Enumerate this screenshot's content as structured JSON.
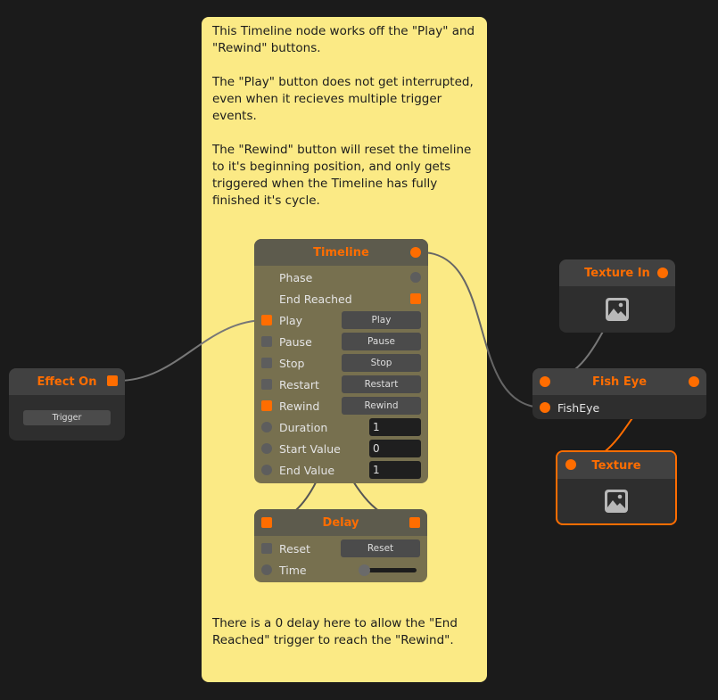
{
  "note": {
    "p1": "This Timeline node works off the \"Play\" and \"Rewind\" buttons.",
    "p2": "The \"Play\" button does not get interrupted, even when it recieves multiple trigger events.",
    "p3": "The \"Rewind\" button will reset the timeline to it's beginning position, and only gets triggered when the Timeline has fully finished it's cycle.",
    "p4": "There is a 0 delay here to allow the \"End Reached\" trigger to reach the \"Rewind\"."
  },
  "effect_on": {
    "title": "Effect On",
    "button": "Trigger"
  },
  "timeline": {
    "title": "Timeline",
    "rows": {
      "phase": "Phase",
      "end_reached": "End Reached",
      "play": "Play",
      "pause": "Pause",
      "stop": "Stop",
      "restart": "Restart",
      "rewind": "Rewind",
      "duration": "Duration",
      "start_value": "Start Value",
      "end_value": "End Value"
    },
    "buttons": {
      "play": "Play",
      "pause": "Pause",
      "stop": "Stop",
      "restart": "Restart",
      "rewind": "Rewind"
    },
    "values": {
      "duration": "1",
      "start_value": "0",
      "end_value": "1"
    }
  },
  "delay": {
    "title": "Delay",
    "reset_label": "Reset",
    "reset_button": "Reset",
    "time_label": "Time",
    "time_value": 0
  },
  "texture_in": {
    "title": "Texture In"
  },
  "fish_eye": {
    "title": "Fish Eye",
    "input": "FishEye"
  },
  "texture": {
    "title": "Texture"
  },
  "colors": {
    "accent": "#ff6d00",
    "note": "#fbea85"
  }
}
